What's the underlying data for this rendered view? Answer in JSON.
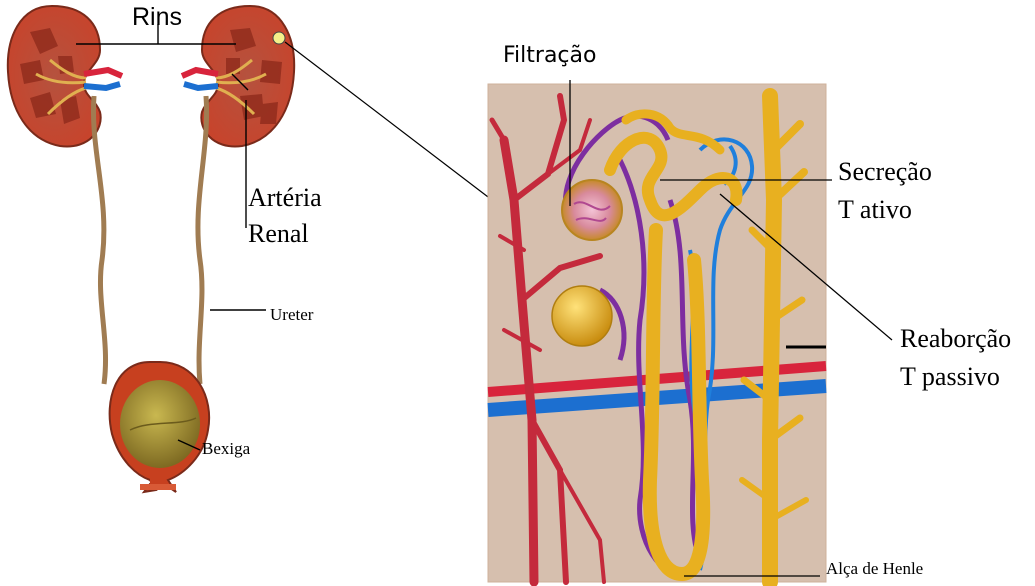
{
  "labels": {
    "rins": "Rins",
    "filtracao": "Filtração",
    "arteria": "Artéria",
    "renal": "Renal",
    "ureter": "Ureter",
    "bexiga": "Bexiga",
    "secrecao": "Secreção",
    "t_ativo": "T ativo",
    "reaborcao": "Reaborção",
    "t_passivo": "T passivo",
    "alca_de_henle": "Alça de Henle"
  },
  "colors": {
    "kidney_outer": "#c8432b",
    "kidney_inner": "#8e2a1c",
    "artery": "#d8243c",
    "vein": "#1c6fd0",
    "ureter": "#a07c52",
    "bladder_wall": "#c7401f",
    "bladder_inner": "#9a8a30",
    "tissue_bg": "#d6bfae",
    "tubule": "#e8b020",
    "capillary_purple": "#7d2ea0"
  }
}
